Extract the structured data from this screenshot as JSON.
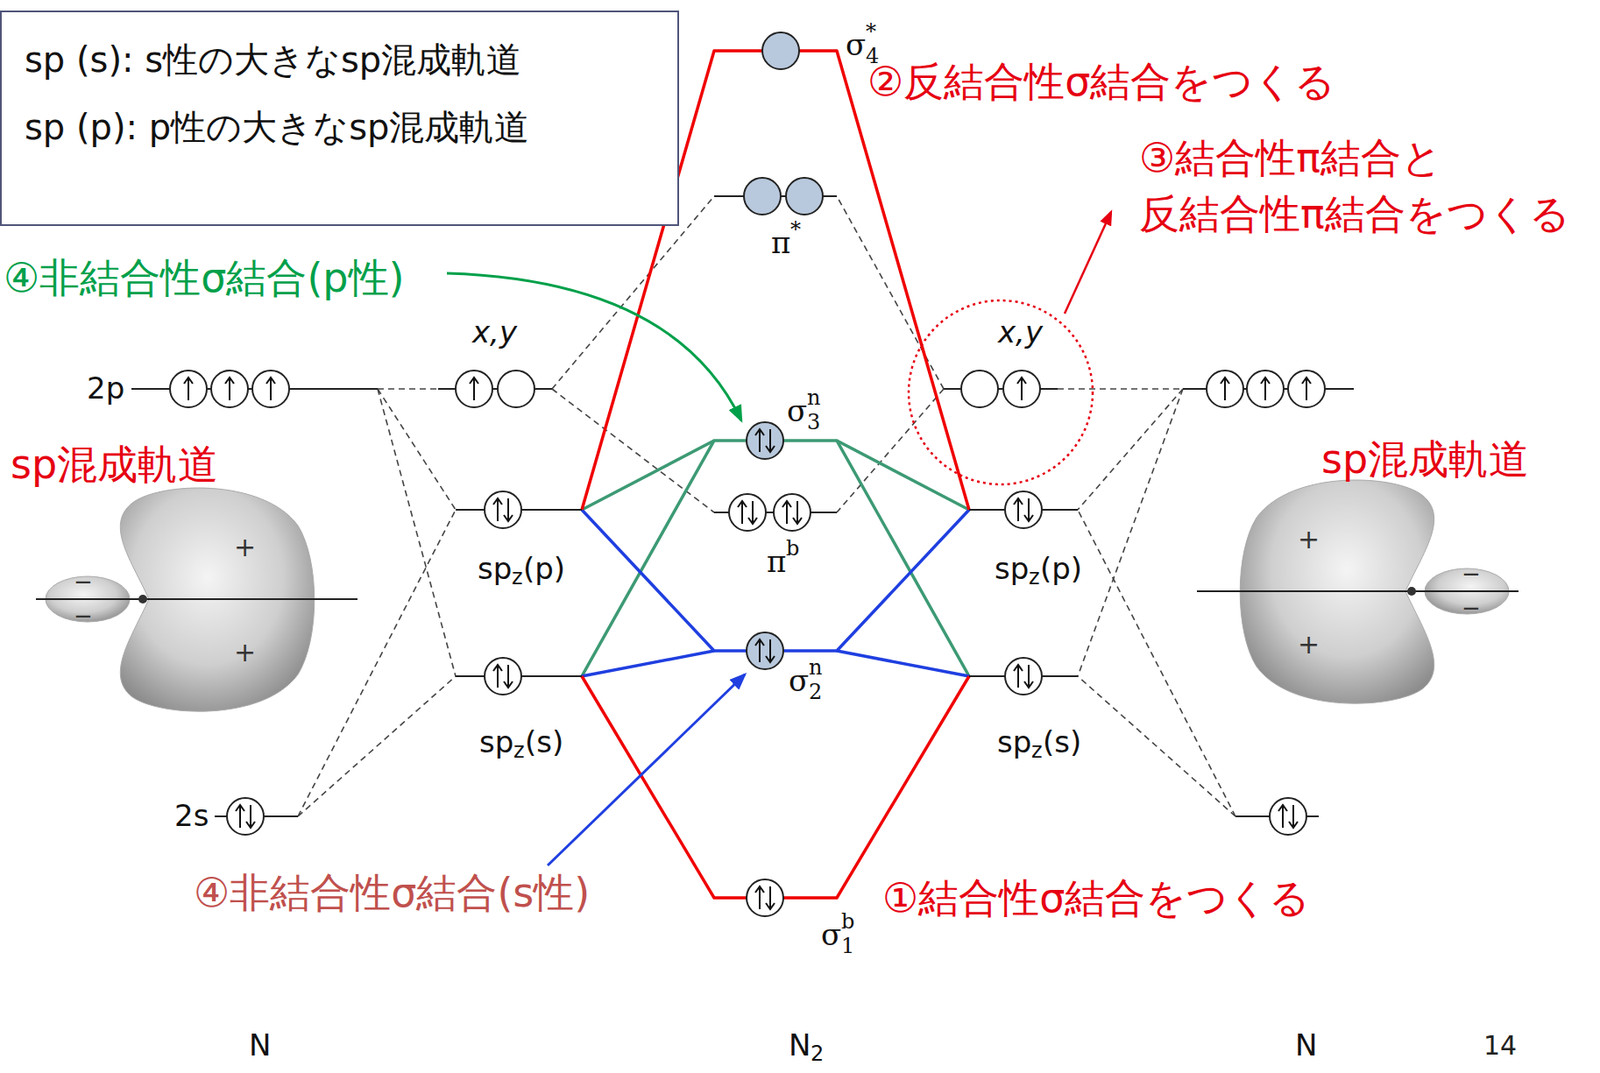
{
  "diagram": {
    "nodes": [
      {
        "text": [
          "sp (s): s性の大きなsp混成軌道",
          "sp (p): p性の大きなsp混成軌道"
        ]
      }
    ],
    "labels": [
      "②反結合性σ結合をつくる",
      "③結合性π結合と 反結合性π結合をつくる",
      "④非結合性σ結合(p性)",
      "x,y",
      "x,y",
      "2p",
      "sp混成軌道",
      "sp混成軌道",
      "σ",
      "*",
      "4",
      "π",
      "*",
      "σ",
      "n",
      "3",
      "π",
      "b",
      "sp",
      "z",
      "(p)",
      "sp",
      "z",
      "(p)",
      "σ",
      "n",
      "2",
      "sp",
      "z",
      "(s)",
      "sp",
      "z",
      "(s)",
      "2s",
      "−",
      "−",
      "+",
      "+",
      "+",
      "−",
      "−",
      "+",
      "④非結合性σ結合(s性)",
      "①結合性σ結合をつくる",
      "σ",
      "b",
      "1",
      "N",
      "N",
      "2",
      "N",
      "14"
    ]
  }
}
